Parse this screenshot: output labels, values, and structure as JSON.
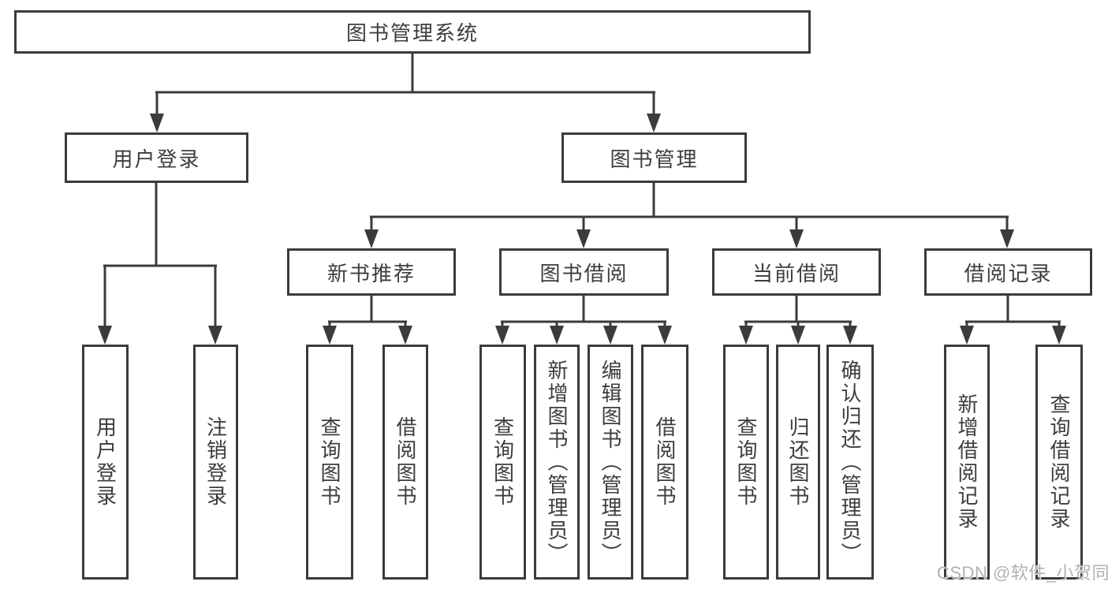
{
  "diagram_type": "hierarchy-tree",
  "tree": {
    "label": "图书管理系统",
    "children": [
      {
        "label": "用户登录",
        "children": [
          {
            "label": "用户登录"
          },
          {
            "label": "注销登录"
          }
        ]
      },
      {
        "label": "图书管理",
        "children": [
          {
            "label": "新书推荐",
            "children": [
              {
                "label": "查询图书"
              },
              {
                "label": "借阅图书"
              }
            ]
          },
          {
            "label": "图书借阅",
            "children": [
              {
                "label": "查询图书"
              },
              {
                "label": "新增图书（管理员）"
              },
              {
                "label": "编辑图书（管理员）"
              },
              {
                "label": "借阅图书"
              }
            ]
          },
          {
            "label": "当前借阅",
            "children": [
              {
                "label": "查询图书"
              },
              {
                "label": "归还图书"
              },
              {
                "label": "确认归还（管理员）"
              }
            ]
          },
          {
            "label": "借阅记录",
            "children": [
              {
                "label": "新增借阅记录"
              },
              {
                "label": "查询借阅记录"
              }
            ]
          }
        ]
      }
    ]
  },
  "watermark": {
    "text": "CSDN @软件_小贺同学"
  },
  "colors": {
    "line": "#3b3b3b",
    "box_border": "#3b3b3b",
    "text": "#3d3d3d",
    "watermark": "#b1b1b1",
    "background": "#ffffff"
  }
}
